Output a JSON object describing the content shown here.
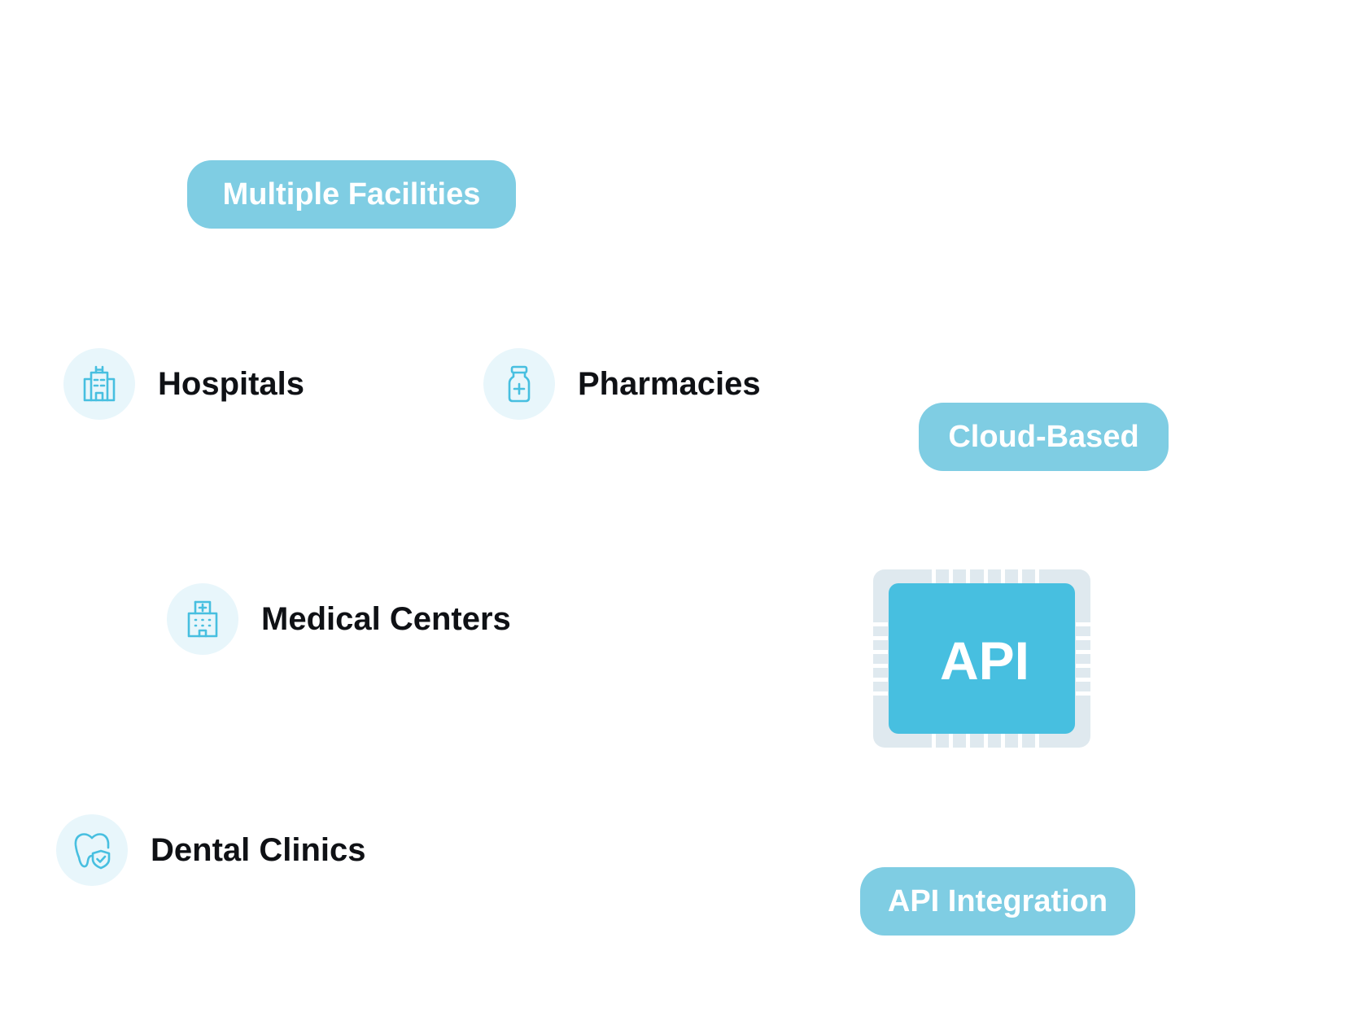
{
  "badges": {
    "multiple_facilities": "Multiple Facilities",
    "cloud_based": "Cloud-Based",
    "api_integration": "API Integration"
  },
  "facilities": [
    {
      "label": "Hospitals",
      "icon": "hospital-building-icon"
    },
    {
      "label": "Pharmacies",
      "icon": "medicine-bottle-icon"
    },
    {
      "label": "Medical Centers",
      "icon": "medical-center-icon"
    },
    {
      "label": "Dental Clinics",
      "icon": "tooth-shield-icon"
    }
  ],
  "chip": {
    "label": "API",
    "icon": "chip-icon"
  },
  "colors": {
    "pill_background": "#7fcde3",
    "icon_stroke": "#47bfe0",
    "icon_circle": "#e8f6fb",
    "chip_core": "#47bfe0",
    "chip_frame": "#dfe9ef",
    "text_dark": "#0f1115"
  }
}
